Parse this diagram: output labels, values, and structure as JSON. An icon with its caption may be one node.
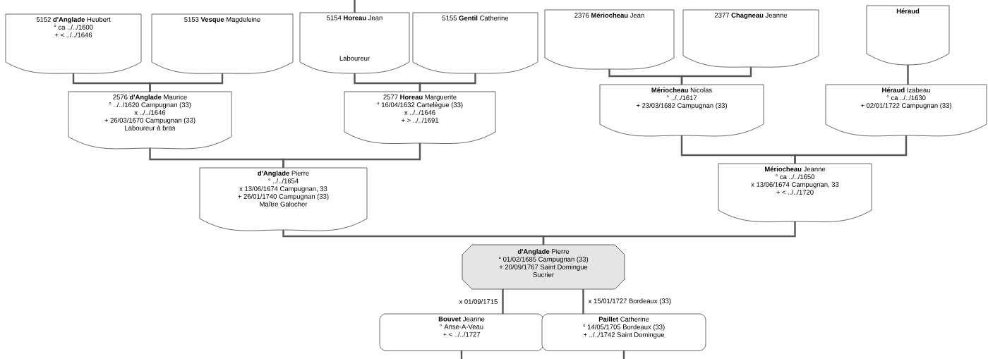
{
  "diagram": {
    "nodes": [
      {
        "text": [
          "5152 **d'Anglade** Heubert",
          "° ca ../../1600",
          "+ < ../../1646"
        ]
      },
      {
        "text": [
          "5153 **Vesque** Magdeleine"
        ]
      },
      {
        "text": [
          "5154 **Horeau** Jean",
          "Laboureur"
        ]
      },
      {
        "text": [
          "5155 **Gentil** Catherine"
        ]
      },
      {
        "text": [
          "2376 **Mériocheau** Jean"
        ]
      },
      {
        "text": [
          "2377 **Chagneau** Jeanne"
        ]
      },
      {
        "text": [
          "Héraud"
        ]
      },
      {
        "text": [
          "2576 **d'Anglade** Maurice",
          "° ../../1620 Campugnan (33)",
          "x ../../1646",
          "+ 26/03/1670 Campugnan (33)",
          "Laboureur à bras"
        ]
      },
      {
        "text": [
          "2577 **Horeau** Marguerite",
          "° 16/04/1632 Cartelègue (33)",
          "x ../../1646",
          "+ > ../../1691"
        ]
      },
      {
        "text": [
          "**Mériocheau** Nicolas",
          "° ../../1617",
          "+ 23/03/1682 Campugnan (33)"
        ]
      },
      {
        "text": [
          "**Héraud** Izabeau",
          "° ca ../../1630",
          "+ 02/01/1722 Campugnan (33)"
        ]
      },
      {
        "text": [
          "**d'Anglade** Pierre",
          "° ../../1654",
          "x 13/06/1674 Campugnan, 33",
          "+ 26/01/1740 Campugnan (33)",
          "Maître Galocher"
        ]
      },
      {
        "text": [
          "**Mériocheau** Jeanne",
          "° ca ../../1650",
          "x 13/06/1674 Campugnan, 33",
          "+ < ../../1720"
        ]
      },
      {
        "text": [
          "**d'Anglade** Pierre",
          "° 01/02/1685 Campugnan (33)",
          "+ 20/09/1767 Saint Domingue",
          "Sucrier"
        ]
      },
      {
        "text": [
          "**Bouvet** Jeanne",
          "° Anse-A-Veau",
          "+ < ../../1727"
        ]
      },
      {
        "text": [
          "**Paillet** Catherine",
          "° 14/05/1705 Bordeaux (33)",
          "+ ../../1742 Saint Domingue"
        ]
      }
    ],
    "edges": [
      {
        "from": null,
        "to": 2,
        "arrow": "none"
      },
      {
        "from": 0,
        "to": 7,
        "arrow": "none"
      },
      {
        "from": 1,
        "to": 7,
        "arrow": "none"
      },
      {
        "from": 2,
        "to": 8,
        "arrow": "none"
      },
      {
        "from": 3,
        "to": 8,
        "arrow": "none"
      },
      {
        "from": 4,
        "to": 9,
        "arrow": "none"
      },
      {
        "from": 5,
        "to": 9,
        "arrow": "none"
      },
      {
        "from": 6,
        "to": 10,
        "arrow": "none"
      },
      {
        "from": 7,
        "to": 11,
        "arrow": "none"
      },
      {
        "from": 8,
        "to": 11,
        "arrow": "none"
      },
      {
        "from": 9,
        "to": 12,
        "arrow": "none"
      },
      {
        "from": 10,
        "to": 12,
        "arrow": "none"
      },
      {
        "from": 11,
        "to": 13,
        "arrow": "none"
      },
      {
        "from": 12,
        "to": 13,
        "arrow": "none"
      },
      {
        "from": 13,
        "to": 14,
        "arrow": "none",
        "label": "x 01/09/1715"
      },
      {
        "from": 13,
        "to": 15,
        "arrow": "none",
        "label": "x 15/01/1727 Bordeaux (33)"
      },
      {
        "from": 14,
        "to": null,
        "arrow": "none"
      },
      {
        "from": 15,
        "to": null,
        "arrow": "none"
      }
    ]
  }
}
